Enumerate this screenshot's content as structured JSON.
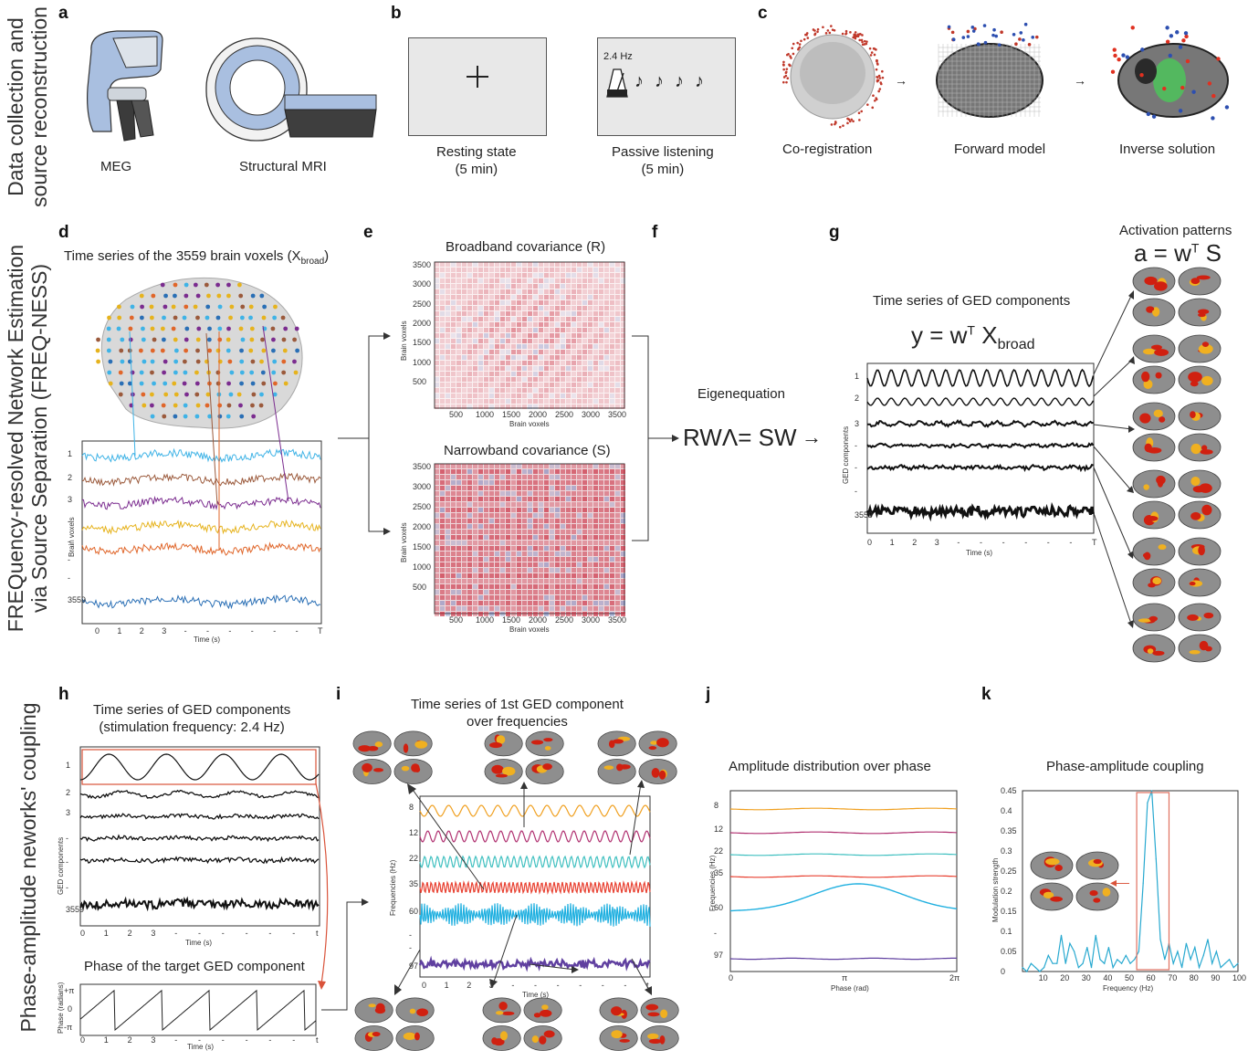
{
  "side_labels": {
    "top": [
      "Data collection and",
      "source reconstruction"
    ],
    "middle": [
      "FREQuency-resolved Network Estimation",
      "via Source Separation (FREQ-NESS)"
    ],
    "bottom": "Phase-amplitude neworks' coupling"
  },
  "panels": {
    "a": {
      "label": "a",
      "captions": [
        "MEG",
        "Structural MRI"
      ]
    },
    "b": {
      "label": "b",
      "freq": "2.4 Hz",
      "captions": [
        "Resting state",
        "(5 min)",
        "Passive listening",
        "(5 min)"
      ],
      "notes": "♪"
    },
    "c": {
      "label": "c",
      "captions": [
        "Co-registration",
        "Forward model",
        "Inverse solution"
      ]
    },
    "d": {
      "label": "d",
      "title_main": "Time series of the 3559 brain voxels (X",
      "title_sub": "broad",
      "title_end": ")",
      "ylabel": "Brain voxels",
      "xlabel": "Time (s)",
      "yticks": [
        "1",
        "2",
        "3",
        "-",
        "-",
        "-",
        "-",
        "3559"
      ],
      "xticks": [
        "0",
        "1",
        "2",
        "3",
        "-",
        "-",
        "-",
        "-",
        "-",
        "-",
        "T"
      ]
    },
    "e": {
      "label": "e",
      "title_top": "Broadband covariance (R)",
      "title_bottom": "Narrowband covariance (S)",
      "ylabel": "Brain voxels",
      "xlabel": "Brain voxels",
      "yticks": [
        "3500",
        "3000",
        "2500",
        "2000",
        "1500",
        "1000",
        "500"
      ],
      "xticks": [
        "500",
        "1000",
        "1500",
        "2000",
        "2500",
        "3000",
        "3500"
      ]
    },
    "f": {
      "label": "f",
      "title": "Eigenequation",
      "equation": "RWΛ= SW"
    },
    "g": {
      "label": "g",
      "title": "Time series of GED components",
      "eq_y": "y = w",
      "eq_T": "T",
      "eq_X": " X",
      "eq_sub": "broad",
      "act_title": "Activation patterns",
      "act_eq_a": "a = w",
      "act_eq_T": "T",
      "act_eq_S": " S",
      "ylabel": "GED components",
      "xlabel": "Time (s)",
      "yticks": [
        "1",
        "2",
        "3",
        "-",
        "-",
        "-",
        "3559"
      ],
      "xticks": [
        "0",
        "1",
        "2",
        "3",
        "-",
        "-",
        "-",
        "-",
        "-",
        "-",
        "T"
      ]
    },
    "h": {
      "label": "h",
      "title1": "Time series of GED components",
      "title2": "(stimulation frequency: 2.4 Hz)",
      "ylabel": "GED components",
      "xlabel": "Time (s)",
      "yticks": [
        "1",
        "2",
        "3",
        "-",
        "-",
        "-",
        "3559"
      ],
      "xticks": [
        "0",
        "1",
        "2",
        "3",
        "-",
        "-",
        "-",
        "-",
        "-",
        "-",
        "t"
      ],
      "phase_title": "Phase of the target GED component",
      "phase_ylabel": "Phase (radians)",
      "phase_yticks": [
        "+π",
        "0",
        "-π"
      ]
    },
    "i": {
      "label": "i",
      "title1": "Time series of 1st GED component",
      "title2": "over frequencies",
      "ylabel": "Frequencies (Hz)",
      "xlabel": "Time (s)",
      "yticks": [
        "8",
        "12",
        "22",
        "35",
        "60",
        "-",
        "-",
        "97"
      ],
      "xticks": [
        "0",
        "1",
        "2",
        "3",
        "-",
        "-",
        "-",
        "-",
        "-",
        "-",
        "t"
      ]
    },
    "j": {
      "label": "j",
      "title": "Amplitude distribution over phase",
      "ylabel": "Frequencies (Hz)",
      "xlabel": "Phase (rad)",
      "yticks": [
        "8",
        "12",
        "22",
        "35",
        "60",
        "-",
        "97"
      ],
      "xticks": [
        "0",
        "π",
        "2π"
      ]
    },
    "k": {
      "label": "k",
      "title": "Phase-amplitude coupling",
      "ylabel": "Modulation strength",
      "xlabel": "Frequency (Hz)",
      "yticks": [
        "0.45",
        "0.4",
        "0.35",
        "0.3",
        "0.25",
        "0.2",
        "0.15",
        "0.1",
        "0.05",
        "0"
      ],
      "xticks": [
        "10",
        "20",
        "30",
        "40",
        "50",
        "60",
        "70",
        "80",
        "90",
        "100"
      ]
    }
  },
  "colors": {
    "voxel_series": [
      "#3fb3e6",
      "#9b5a3c",
      "#7b2c8f",
      "#e6b31e",
      "#e0662a",
      "#2a6fb5"
    ],
    "freq_series": [
      "#f0a020",
      "#b03070",
      "#40c0c0",
      "#e84030",
      "#20b0e0",
      "#6040a0"
    ],
    "brain_gray": "#8a8a8a",
    "activation": "#f0b020",
    "activation_hot": "#d02010"
  },
  "chart_data": [
    {
      "type": "line",
      "title": "Phase-amplitude coupling",
      "xlabel": "Frequency (Hz)",
      "ylabel": "Modulation strength",
      "xlim": [
        0,
        100
      ],
      "ylim": [
        0,
        0.45
      ],
      "x": [
        0,
        2,
        4,
        6,
        8,
        10,
        12,
        14,
        16,
        18,
        20,
        22,
        24,
        26,
        28,
        30,
        32,
        34,
        36,
        38,
        40,
        42,
        44,
        46,
        48,
        50,
        52,
        54,
        56,
        58,
        60,
        62,
        64,
        66,
        68,
        70,
        72,
        74,
        76,
        78,
        80,
        82,
        84,
        86,
        88,
        90,
        92,
        94,
        96,
        98,
        100
      ],
      "series": [
        {
          "values": [
            0.01,
            0.0,
            0.02,
            0.01,
            0.0,
            0.01,
            0.04,
            0.02,
            0.02,
            0.09,
            0.02,
            0.07,
            0.05,
            0.01,
            0.02,
            0.06,
            0.01,
            0.09,
            0.03,
            0.02,
            0.06,
            0.01,
            0.03,
            0.02,
            0.04,
            0.02,
            0.03,
            0.05,
            0.22,
            0.42,
            0.45,
            0.28,
            0.08,
            0.03,
            0.07,
            0.02,
            0.05,
            0.01,
            0.07,
            0.03,
            0.06,
            0.01,
            0.04,
            0.08,
            0.02,
            0.05,
            0.01,
            0.02,
            0.03,
            0.01,
            0.02
          ]
        }
      ]
    }
  ]
}
